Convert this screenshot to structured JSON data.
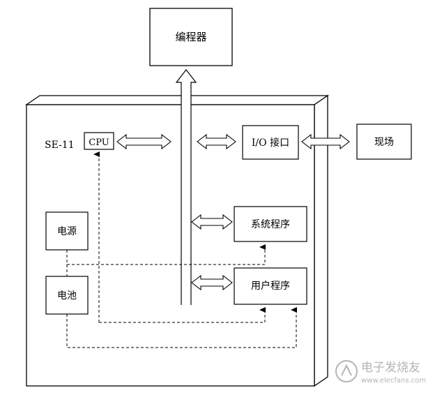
{
  "labels": {
    "programmer": "编程器",
    "model": "SE-11",
    "cpu": "CPU",
    "io": "I/O 接口",
    "field": "现场",
    "system_program": "系统程序",
    "power_supply": "电源",
    "battery": "电池",
    "user_program": "用户程序"
  },
  "watermark": {
    "title": "电子发烧友",
    "url": "www.elecfans.com"
  }
}
